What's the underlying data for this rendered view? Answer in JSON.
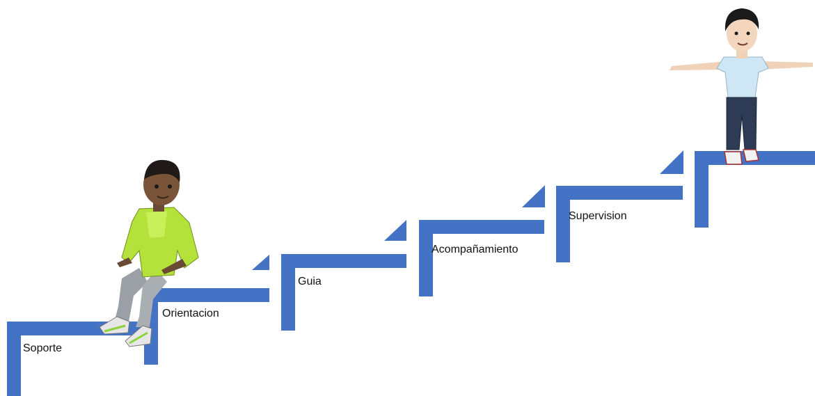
{
  "diagram": {
    "colors": {
      "step": "#4472C4"
    },
    "steps": [
      {
        "label": "Soporte"
      },
      {
        "label": "Orientacion"
      },
      {
        "label": "Guia"
      },
      {
        "label": "Acompañamiento"
      },
      {
        "label": "Supervision"
      },
      {
        "label": ""
      }
    ],
    "figures": [
      {
        "name": "avatar-sitting",
        "pose": "sitting"
      },
      {
        "name": "avatar-standing",
        "pose": "standing arms out"
      }
    ]
  }
}
